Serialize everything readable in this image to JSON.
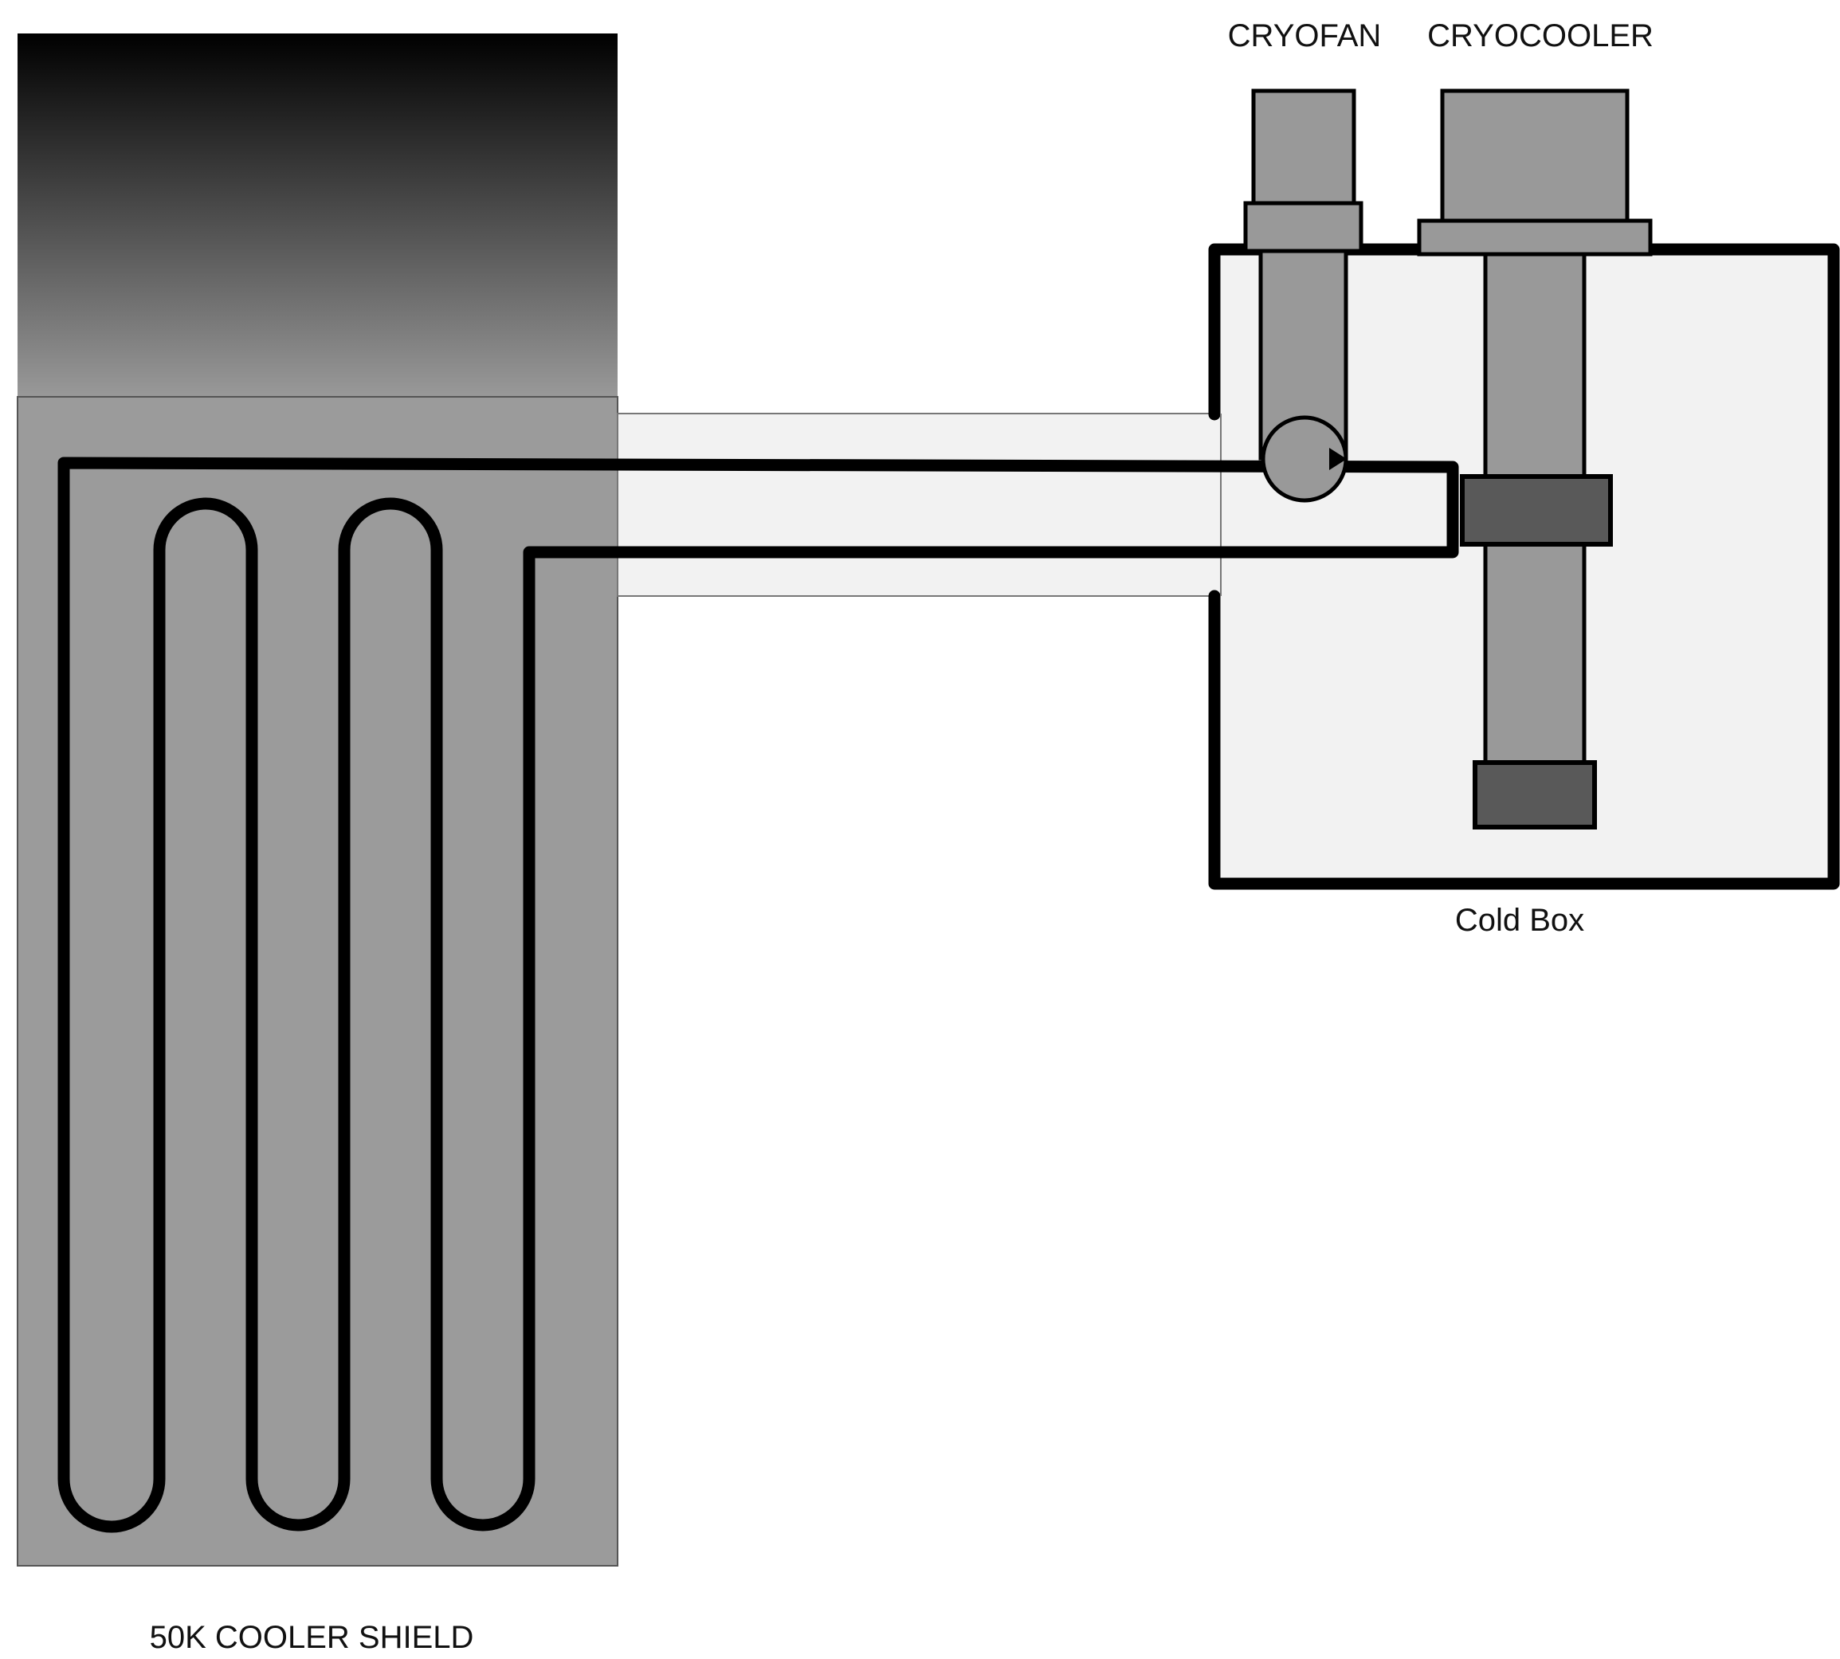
{
  "labels": {
    "cryofan": "CRYOFAN",
    "cryocooler": "CRYOCOOLER",
    "cold_box": "Cold Box",
    "shield": "50K COOLER SHIELD"
  },
  "colors": {
    "background": "#ffffff",
    "shield_fill": "#9b9b9b",
    "shield_gradient_top": "#000000",
    "shield_gradient_bottom": "#999999",
    "cold_box_fill": "#f2f2f2",
    "transfer_tube_fill": "#f2f2f2",
    "component_fill": "#999999",
    "heat_exchanger_fill": "#595959",
    "line": "#000000"
  }
}
